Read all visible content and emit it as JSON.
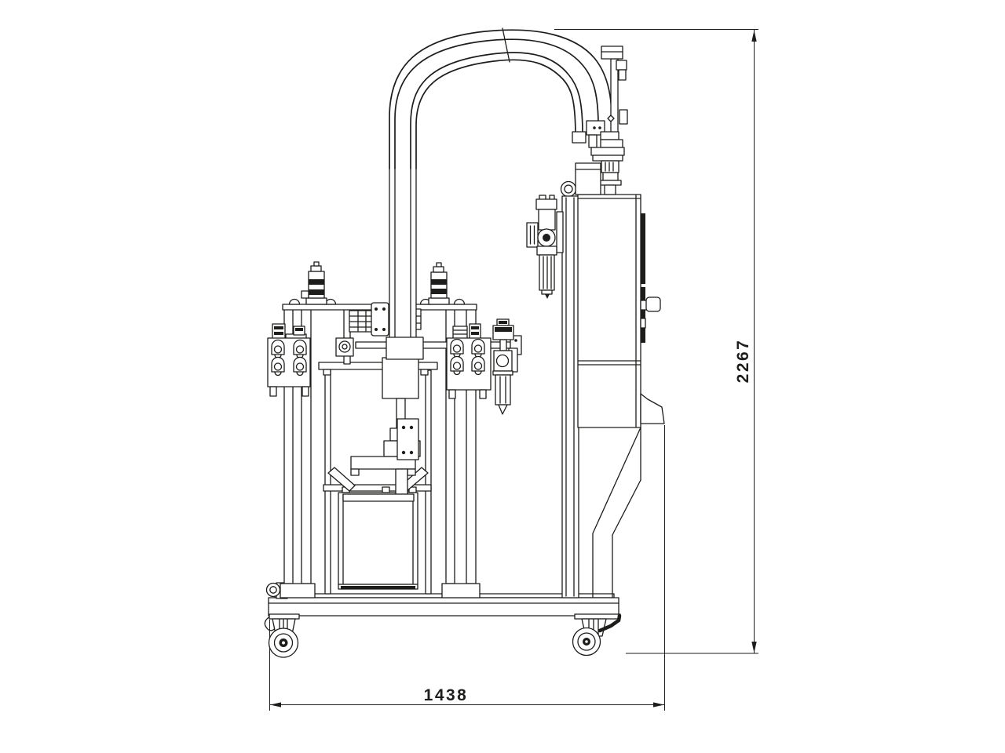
{
  "page": {
    "background": "#ffffff",
    "line_color": "#1d1d1b"
  },
  "drawing": {
    "type": "technical_line_drawing",
    "view": "side-elevation",
    "subject": "Mobile two-component drum-pump dispensing machine with overhead hose boom, control cabinet and casters"
  },
  "dimensions": {
    "overall_height": "2267",
    "overall_width": "1438"
  }
}
